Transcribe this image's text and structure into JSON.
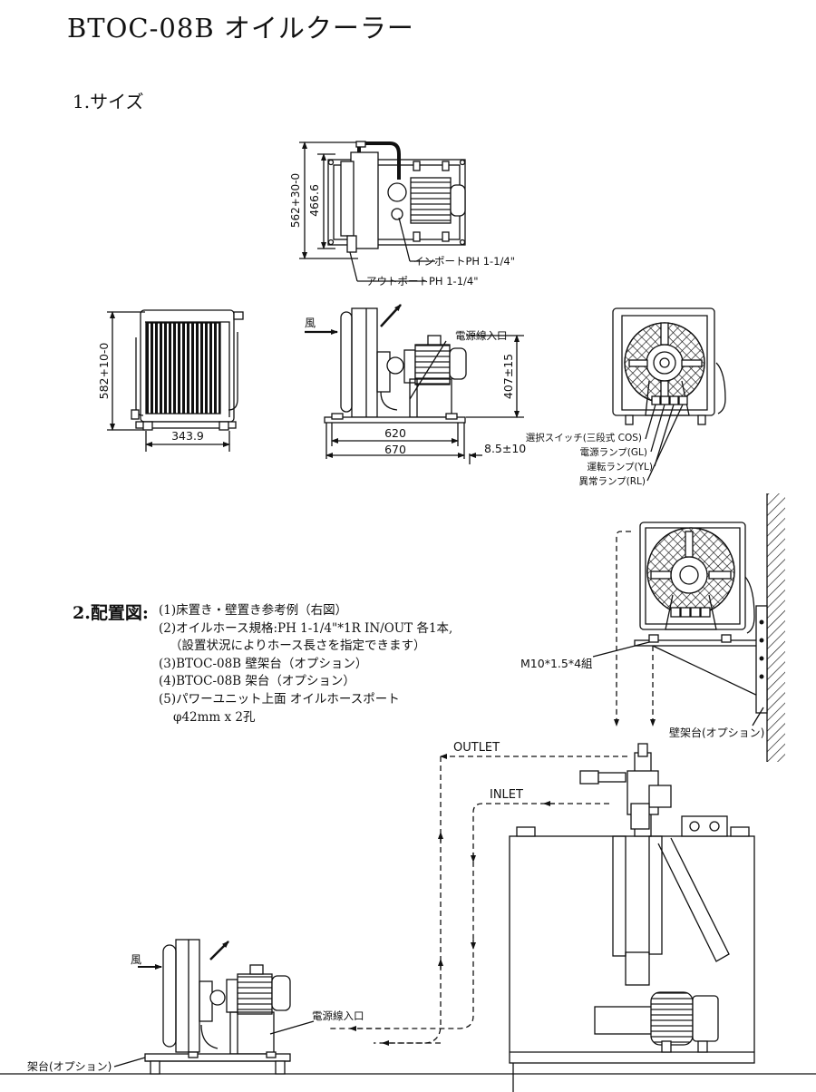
{
  "title": "BTOC-08B オイルクーラー",
  "section1": {
    "label": "1.サイズ"
  },
  "top_view": {
    "dim_height_tol": "562",
    "dim_height_tol_upper": "+30",
    "dim_height_tol_lower": "-0",
    "dim_height_tol_full": "562+30-0",
    "dim_inner": "466.6",
    "in_port": "インポートPH 1-1/4\"",
    "out_port": "アウトポートPH 1-1/4\""
  },
  "front_view": {
    "dim_height": "582+10-0",
    "dim_width": "343.9"
  },
  "side_view": {
    "wind": "風",
    "power_inlet": "電源線入口",
    "dim_620": "620",
    "dim_670": "670",
    "dim_height": "407±15",
    "dim_offset": "8.5±10"
  },
  "rear_view": {
    "labels": [
      "選択スイッチ(三段式 COS)",
      "電源ランプ(GL)",
      "運転ランプ(YL)",
      "異常ランプ(RL)"
    ]
  },
  "section2": {
    "label": "2.配置図:",
    "notes": [
      "(1)床置き・壁置き参考例（右図）",
      "(2)オイルホース規格:PH 1-1/4\"*1R IN/OUT 各1本,",
      "（設置状況によりホース長さを指定できます）",
      "(3)BTOC-08B 壁架台（オプション）",
      "(4)BTOC-08B 架台（オプション）",
      "(5)パワーユニット上面 オイルホースポート",
      "φ42mm x 2孔"
    ]
  },
  "layout": {
    "bolt_label": "M10*1.5*4組",
    "wall_bracket": "壁架台(オプション)",
    "outlet": "OUTLET",
    "inlet": "INLET",
    "wind": "風",
    "power_inlet": "電源線入口",
    "stand": "架台(オプション)"
  }
}
